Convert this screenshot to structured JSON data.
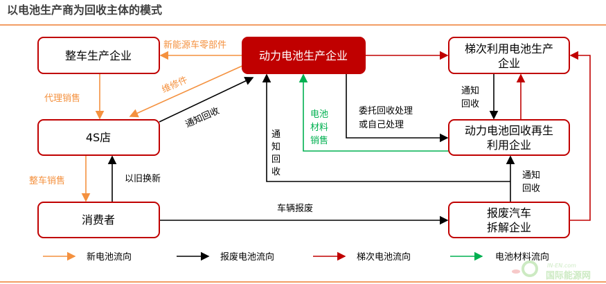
{
  "title": "以电池生产商为回收主体的模式",
  "colors": {
    "accent": "#ed7d31",
    "orange": "#f4913f",
    "red": "#c00000",
    "green": "#00b050",
    "black": "#000000"
  },
  "nodes": {
    "oem": "整车生产企业",
    "battery_maker": "动力电池生产企业",
    "cascade_line1": "梯次利用电池生产",
    "cascade_line2": "企业",
    "dealer": "4S店",
    "recycler_line1": "动力电池回收再生",
    "recycler_line2": "利用企业",
    "consumer": "消费者",
    "dismantler_line1": "报废汽车",
    "dismantler_line2": "拆解企业"
  },
  "edges": {
    "parts": "新能源车零部件",
    "repair": "维修件",
    "agency_sales": "代理销售",
    "notify_recycle_diag": "通知回收",
    "notify_v": [
      "通",
      "知",
      "回",
      "收"
    ],
    "material_sales": [
      "电池",
      "材料",
      "销售"
    ],
    "entrust_line1": "委托回收处理",
    "entrust_line2": "或自己处理",
    "notify_a_line1": "通知",
    "notify_a_line2": "回收",
    "notify_b_line1": "通知",
    "notify_b_line2": "回收",
    "vehicle_sales": "整车销售",
    "trade_in": "以旧换新",
    "scrap": "车辆报废"
  },
  "legend": [
    "新电池流向",
    "报废电池流向",
    "梯次电池流向",
    "电池材料流向"
  ],
  "watermark": {
    "line1": "IN-EN.com",
    "line2": "国际能源网"
  }
}
